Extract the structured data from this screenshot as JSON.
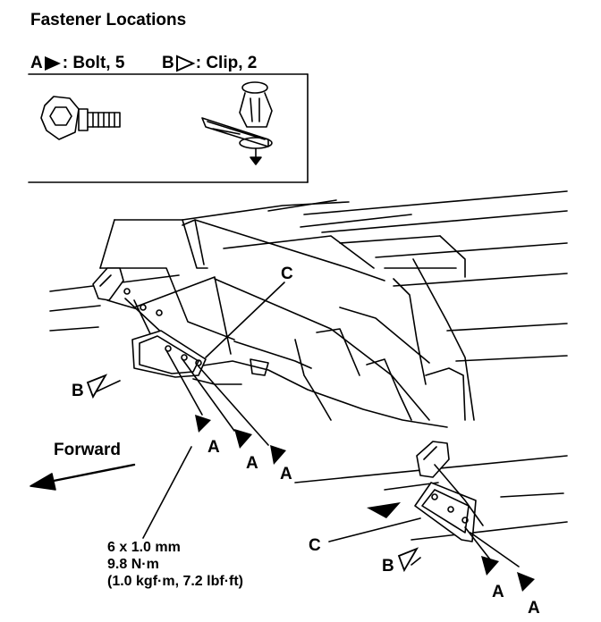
{
  "title": "Fastener Locations",
  "legend": {
    "a": {
      "letter": "A",
      "label": ": Bolt, 5"
    },
    "b": {
      "letter": "B",
      "label": ": Clip, 2"
    }
  },
  "labels": {
    "forward": "Forward",
    "c_top": "C",
    "c_bottom": "C",
    "b_left": "B",
    "b_right": "B",
    "a1": "A",
    "a2": "A",
    "a3": "A",
    "a4": "A",
    "a5": "A"
  },
  "torque_spec": {
    "size": "6 x 1.0 mm",
    "torque_nm": "9.8 N·m",
    "torque_alt": "(1.0 kgf·m, 7.2 lbf·ft)"
  }
}
